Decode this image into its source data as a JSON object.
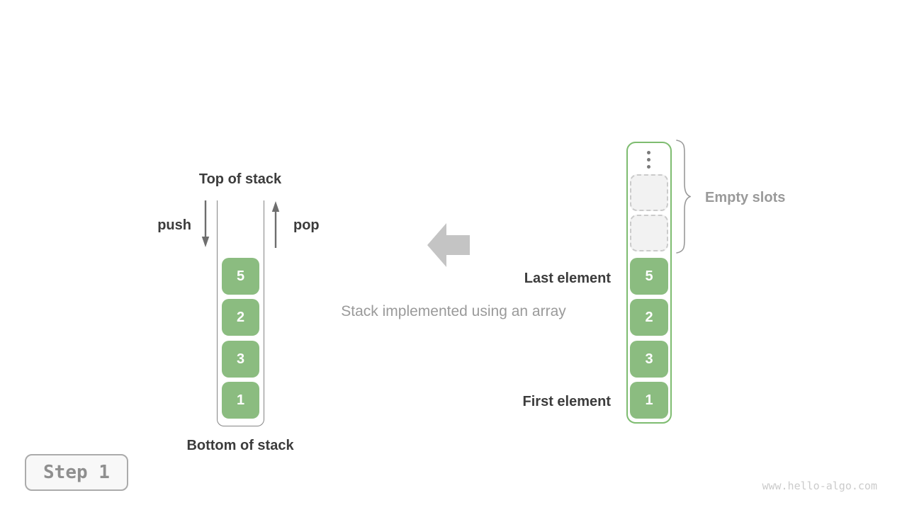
{
  "left_stack": {
    "top_label": "Top of stack",
    "bottom_label": "Bottom of stack",
    "push_label": "push",
    "pop_label": "pop",
    "push_icon": "arrow-down-icon",
    "pop_icon": "arrow-up-icon",
    "items": [
      "5",
      "2",
      "3",
      "1"
    ]
  },
  "center": {
    "caption": "Stack implemented using an array",
    "arrow_icon": "left-block-arrow-icon"
  },
  "array": {
    "ellipsis_icon": "vertical-ellipsis-icon",
    "brace_icon": "curly-brace-icon",
    "empty_slots_label": "Empty slots",
    "last_element_label": "Last element",
    "first_element_label": "First element",
    "empty_slot_count": 2,
    "items": [
      "5",
      "2",
      "3",
      "1"
    ]
  },
  "footer": {
    "step_label": "Step 1",
    "watermark": "www.hello-algo.com"
  },
  "colors": {
    "box_green": "#8bbc80",
    "array_border_green": "#7ebc70",
    "dark_text": "#3c3c3c",
    "gray_text": "#9a9a9a",
    "arrow_gray": "#6e6e6e",
    "block_arrow_gray": "#c4c4c4",
    "empty_slot_fill": "#f2f2f2",
    "empty_slot_border": "#cbcbcb",
    "brace_gray": "#999999",
    "step_text": "#8f8f8f",
    "watermark_gray": "#cbcbcb"
  }
}
